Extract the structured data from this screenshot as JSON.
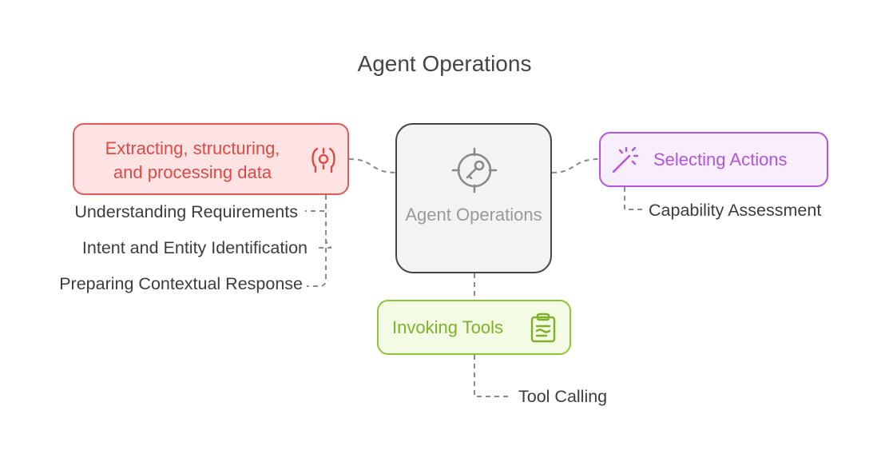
{
  "title": "Agent Operations",
  "center": {
    "label": "Agent Operations",
    "icon": "key-target-icon",
    "color": "#9a9a9a"
  },
  "nodes": {
    "extract": {
      "label": "Extracting, structuring, and processing data",
      "icon": "head-gear-icon",
      "color": "#e04848",
      "children": [
        "Understanding Requirements",
        "Intent and Entity Identification",
        "Preparing Contextual Response"
      ]
    },
    "select": {
      "label": "Selecting Actions",
      "icon": "magic-wand-icon",
      "color": "#b454dc",
      "children": [
        "Capability Assessment"
      ]
    },
    "invoke": {
      "label": "Invoking Tools",
      "icon": "clipboard-icon",
      "color": "#7eb12a",
      "children": [
        "Tool Calling"
      ]
    }
  },
  "connector_color": "#8a8a8a"
}
